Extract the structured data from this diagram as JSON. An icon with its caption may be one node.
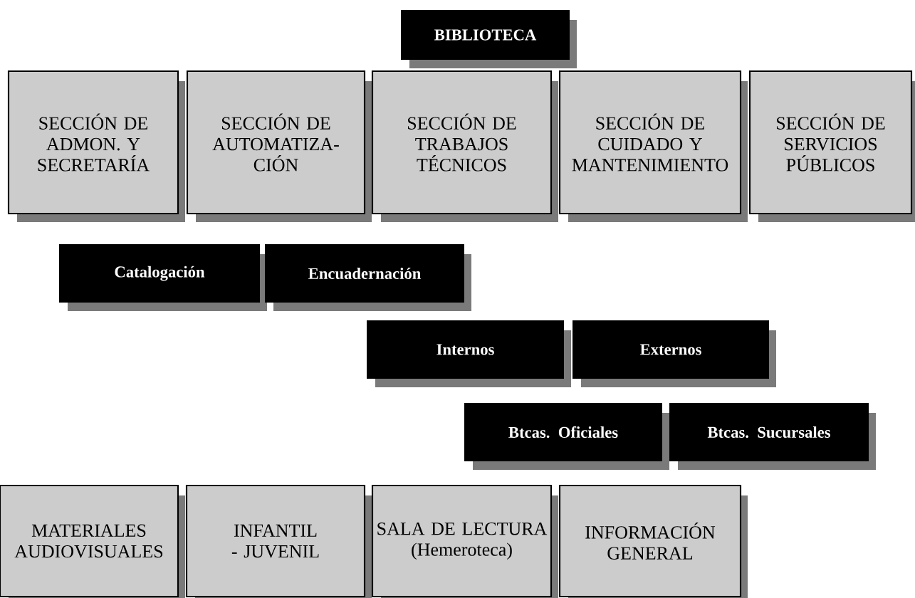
{
  "diagram": {
    "nodes": [
      {
        "text": [
          "BIBLIOTECA"
        ]
      },
      {
        "text": [
          "SECCIÓN DE ADMON. Y SECRETARÍA"
        ]
      },
      {
        "text": [
          "SECCIÓN DE AUTOMATIZA- CIÓN"
        ]
      },
      {
        "text": [
          "SECCIÓN DE TRABAJOS TÉCNICOS"
        ]
      },
      {
        "text": [
          "SECCIÓN DE CUIDADO Y MANTENIMIENTO"
        ]
      },
      {
        "text": [
          "SECCIÓN DE SERVICIOS PÚBLICOS"
        ]
      },
      {
        "text": [
          "Catalogación"
        ]
      },
      {
        "text": [
          "Encuadernación"
        ]
      },
      {
        "text": [
          "Internos"
        ]
      },
      {
        "text": [
          "Externos"
        ]
      },
      {
        "text": [
          "Btcas. Oficiales"
        ]
      },
      {
        "text": [
          "Btcas. Sucursales"
        ]
      },
      {
        "text": [
          "MATERIALES AUDIOVISUALES"
        ]
      },
      {
        "text": [
          "INFANTIL - JUVENIL"
        ]
      },
      {
        "text": [
          "SALA DE LECTURA (Hemeroteca)"
        ]
      },
      {
        "text": [
          "INFORMACIÓN GENERAL"
        ]
      }
    ],
    "edges": []
  }
}
